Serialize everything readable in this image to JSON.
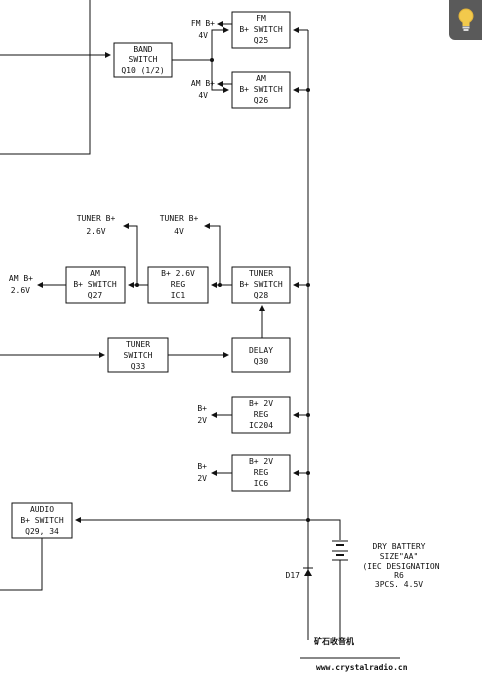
{
  "blocks": {
    "band_switch": [
      "BAND",
      "SWITCH",
      "Q10 (1/2)"
    ],
    "q25": [
      "FM",
      "B+ SWITCH",
      "Q25"
    ],
    "q26": [
      "AM",
      "B+ SWITCH",
      "Q26"
    ],
    "q27": [
      "AM",
      "B+ SWITCH",
      "Q27"
    ],
    "ic1": [
      "B+ 2.6V",
      "REG",
      "IC1"
    ],
    "q28": [
      "TUNER",
      "B+ SWITCH",
      "Q28"
    ],
    "q33": [
      "TUNER",
      "SWITCH",
      "Q33"
    ],
    "q30": [
      "DELAY",
      "Q30"
    ],
    "ic204": [
      "B+ 2V",
      "REG",
      "IC204"
    ],
    "ic6": [
      "B+ 2V",
      "REG",
      "IC6"
    ],
    "q29": [
      "AUDIO",
      "B+ SWITCH",
      "Q29, 34"
    ]
  },
  "labels": {
    "fm_b_4v": [
      "FM B+",
      "4V"
    ],
    "am_b_4v": [
      "AM B+",
      "4V"
    ],
    "tuner_b_26v": [
      "TUNER B+",
      "2.6V"
    ],
    "tuner_b_4v": [
      "TUNER B+",
      "4V"
    ],
    "am_b_26v": [
      "AM B+",
      "2.6V"
    ],
    "b_2v_a": [
      "B+",
      "2V"
    ],
    "b_2v_b": [
      "B+",
      "2V"
    ],
    "d17": "D17",
    "battery": [
      "DRY BATTERY",
      "SIZE\"AA\"",
      "(IEC DESIGNATION",
      "R6",
      "3PCS. 4.5V"
    ]
  },
  "watermark": {
    "chinese": "矿石收音机",
    "url": "www.crystalradio.cn"
  },
  "icons": {
    "hint": "lightbulb-icon"
  },
  "colors": {
    "line": "#111111",
    "watermark": "#0a3f8c",
    "hint_bg": "#5a5a5a",
    "bulb": "#f2c94c"
  }
}
